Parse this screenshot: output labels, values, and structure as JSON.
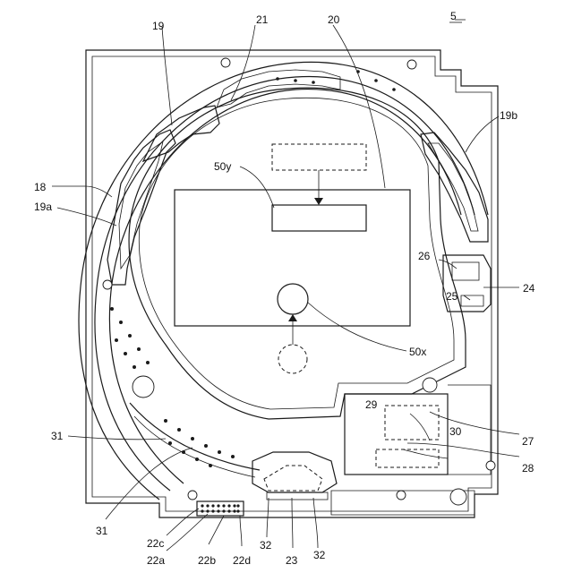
{
  "figure_number": "5",
  "labels": {
    "l18": "18",
    "l19": "19",
    "l19a": "19a",
    "l19b": "19b",
    "l20": "20",
    "l21": "21",
    "l22a": "22a",
    "l22b": "22b",
    "l22c": "22c",
    "l22d": "22d",
    "l23": "23",
    "l24": "24",
    "l25": "25",
    "l26": "26",
    "l27": "27",
    "l28": "28",
    "l29": "29",
    "l30": "30",
    "l31a": "31",
    "l31b": "31",
    "l32a": "32",
    "l32b": "32",
    "l50x": "50x",
    "l50y": "50y"
  }
}
